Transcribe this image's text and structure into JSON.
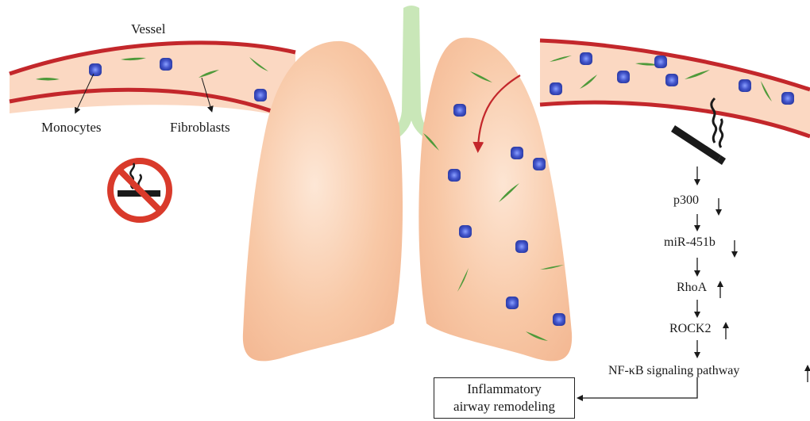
{
  "labels": {
    "vessel": "Vessel",
    "monocytes": "Monocytes",
    "fibroblasts": "Fibroblasts"
  },
  "pathway": [
    {
      "label": "p300",
      "direction": "down"
    },
    {
      "label": "miR-451b",
      "direction": "down"
    },
    {
      "label": "RhoA",
      "direction": "up"
    },
    {
      "label": "ROCK2",
      "direction": "up"
    },
    {
      "label": "NF-κB signaling pathway",
      "direction": "up"
    }
  ],
  "outcome": {
    "line1": "Inflammatory",
    "line2": "airway remodeling"
  },
  "icons": {
    "no_smoking": "no-smoking-icon",
    "cigarette": "cigarette-icon"
  },
  "colors": {
    "lung": "#f9c9a8",
    "vessel_wall": "#c3272b",
    "vessel_fill": "#fbd8c2",
    "trachea": "#c9e7b8",
    "monocyte": "#3d4fc0",
    "fibroblast": "#4e9a3a",
    "red_arrow": "#c3272b"
  }
}
